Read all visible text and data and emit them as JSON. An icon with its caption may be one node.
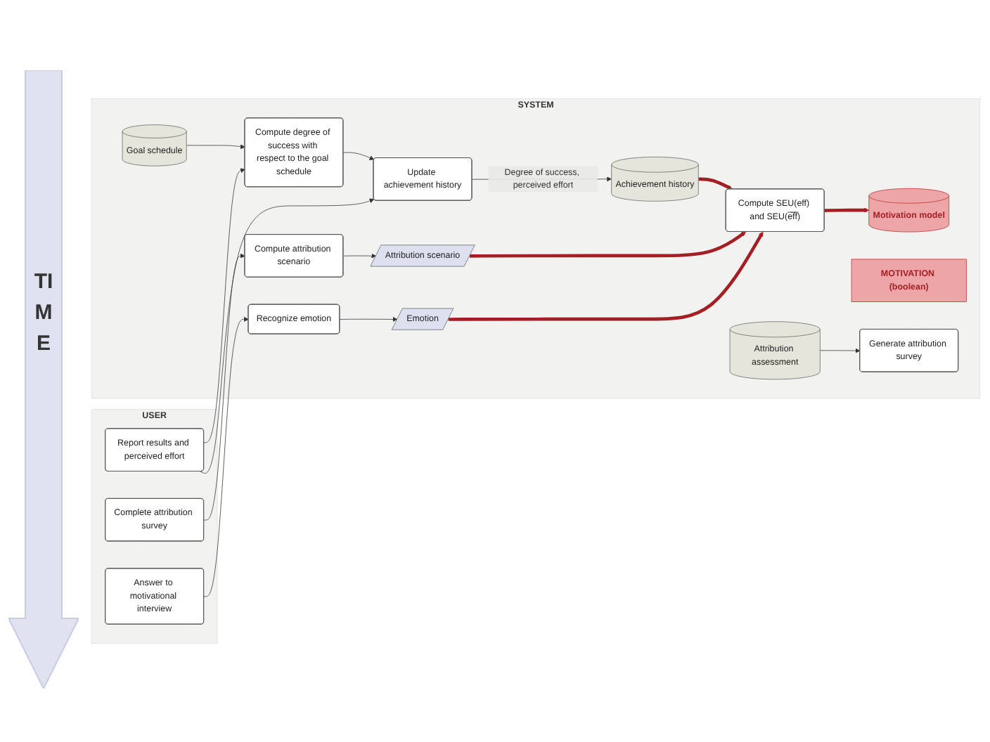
{
  "diagram": {
    "nodes": [
      {
        "text": [
          "USER"
        ]
      },
      {
        "text": [
          "SYSTEM"
        ]
      },
      {
        "text": [
          "Report results and perceived effort"
        ],
        "in": 0
      },
      {
        "text": [
          "Complete attribution survey"
        ],
        "in": 0
      },
      {
        "text": [
          "Answer to motivational interview"
        ],
        "in": 0
      },
      {
        "text": [
          "Compute degree of success with respect to the goal schedule"
        ],
        "in": 1
      },
      {
        "text": [
          "Update achievement history"
        ],
        "in": 1
      },
      {
        "text": [
          "Generate attribution survey"
        ],
        "in": 1
      },
      {
        "text": [
          "Compute attribution scenario"
        ],
        "in": 1
      },
      {
        "text": [
          "Recognize emotion"
        ],
        "in": 1
      },
      {
        "text": [
          "Compute SEU(eff) and SEU(e̅f̅f̅)"
        ],
        "in": 1
      },
      {
        "text": [
          "Goal schedule"
        ],
        "in": 1
      },
      {
        "text": [
          "Achievement history"
        ],
        "in": 1
      },
      {
        "text": [
          "Attribution assessment"
        ],
        "in": 1
      },
      {
        "text": [
          "Attribution scenario"
        ],
        "in": 1
      },
      {
        "text": [
          "Emotion"
        ],
        "in": 1
      },
      {
        "text": [
          "MOTIVATION (boolean)"
        ],
        "in": 1
      },
      {
        "text": [
          "Motivation model"
        ],
        "in": 1
      }
    ],
    "edges": [
      {
        "from": 2,
        "to": 5,
        "arrow": "to"
      },
      {
        "from": 2,
        "to": 6,
        "arrow": "to"
      },
      {
        "from": 11,
        "to": 5,
        "arrow": "to"
      },
      {
        "from": 5,
        "to": 6,
        "arrow": "to"
      },
      {
        "from": 6,
        "to": 12,
        "arrow": "to",
        "label": "Degree of success, perceived effort"
      },
      {
        "from": 13,
        "to": 7,
        "arrow": "to"
      },
      {
        "from": 3,
        "to": 8,
        "arrow": "to"
      },
      {
        "from": 8,
        "to": 14,
        "arrow": "to"
      },
      {
        "from": 4,
        "to": 9,
        "arrow": "to"
      },
      {
        "from": 9,
        "to": 15,
        "arrow": "to"
      },
      {
        "from": 12,
        "to": 10,
        "arrow": "to",
        "style": "thick",
        "color": "#a31f24"
      },
      {
        "from": 14,
        "to": 10,
        "arrow": "to",
        "style": "thick",
        "color": "#a31f24"
      },
      {
        "from": 15,
        "to": 10,
        "arrow": "to",
        "style": "thick",
        "color": "#a31f24"
      },
      {
        "from": 10,
        "to": 17,
        "arrow": "to",
        "style": "thick",
        "color": "#a31f24"
      }
    ],
    "labels": [
      "TIME"
    ]
  }
}
